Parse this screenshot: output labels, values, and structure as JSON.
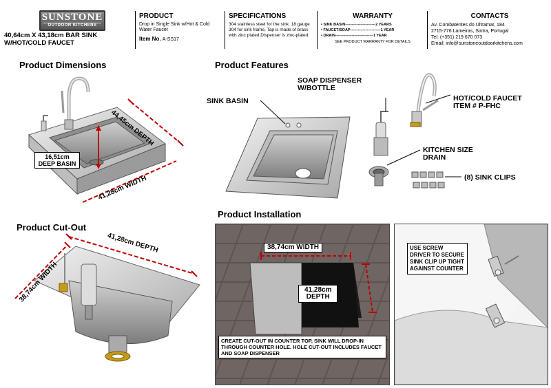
{
  "header": {
    "logo_main": "SUNSTONE",
    "logo_sub": "OUTDOOR KITCHENS",
    "product_name_line1": "40,64cm X 43,18cm BAR SINK",
    "product_name_line2": "W/HOT/COLD FAUCET",
    "product_title": "PRODUCT",
    "product_desc": "Drop in Single Sink w/Hot & Cold Water Faucet",
    "item_label": "Item No.",
    "item_no": "A-SS17",
    "spec_title": "SPECIFICATIONS",
    "spec_text": "304 stainless steel for the sink. 18 gauge 304 for sink frame, Tap is made of brass with zinc plated.Dispenser is zinc-plated.",
    "warranty_title": "WARRANTY",
    "warranty_items": [
      {
        "name": "SINK BASIN",
        "term": "2 YEARS"
      },
      {
        "name": "FAUCET/SOAP",
        "term": "1 YEAR"
      },
      {
        "name": "DRAIN",
        "term": "1 YEAR"
      }
    ],
    "warranty_note": "SEE PRODUCT WARRANTY FOR DETAILS",
    "contacts_title": "CONTACTS",
    "contacts": [
      "Av. Combatentes do Ultramar, 184",
      "2715-776 Lameiras, Sintra, Portugal",
      "Tel: (+351) 219 670 073",
      "Email: info@sunstoneoutdoorkitchens.com"
    ]
  },
  "dimensions": {
    "title": "Product Dimensions",
    "depth": "44,45cm DEPTH",
    "width": "41,28cm WIDTH",
    "basin_line1": "16,51cm",
    "basin_line2": "DEEP BASIN"
  },
  "features": {
    "title": "Product Features",
    "sink_basin": "SINK BASIN",
    "soap_line1": "SOAP DISPENSER",
    "soap_line2": "W/BOTTLE",
    "faucet_line1": "HOT/COLD FAUCET",
    "faucet_line2": "ITEM # P-FHC",
    "drain_line1": "KITCHEN SIZE",
    "drain_line2": "DRAIN",
    "clips": "(8) SINK CLIPS"
  },
  "cutout": {
    "title": "Product Cut-Out",
    "width": "38,74cm WIDTH",
    "depth": "41,28cm DEPTH"
  },
  "installation": {
    "title": "Product Installation",
    "width": "38,74cm WIDTH",
    "depth_line1": "41,28cm",
    "depth_line2": "DEPTH",
    "note": "CREATE CUT-OUT IN COUNTER TOP, SINK WILL DROP-IN THROUGH COUNTER HOLE. HOLE CUT-OUT INCLUDES FAUCET AND SOAP DISPENSER",
    "screw_note": "USE SCREW DRIVER TO SECURE SINK CLIP UP TIGHT AGAINST COUNTER"
  }
}
